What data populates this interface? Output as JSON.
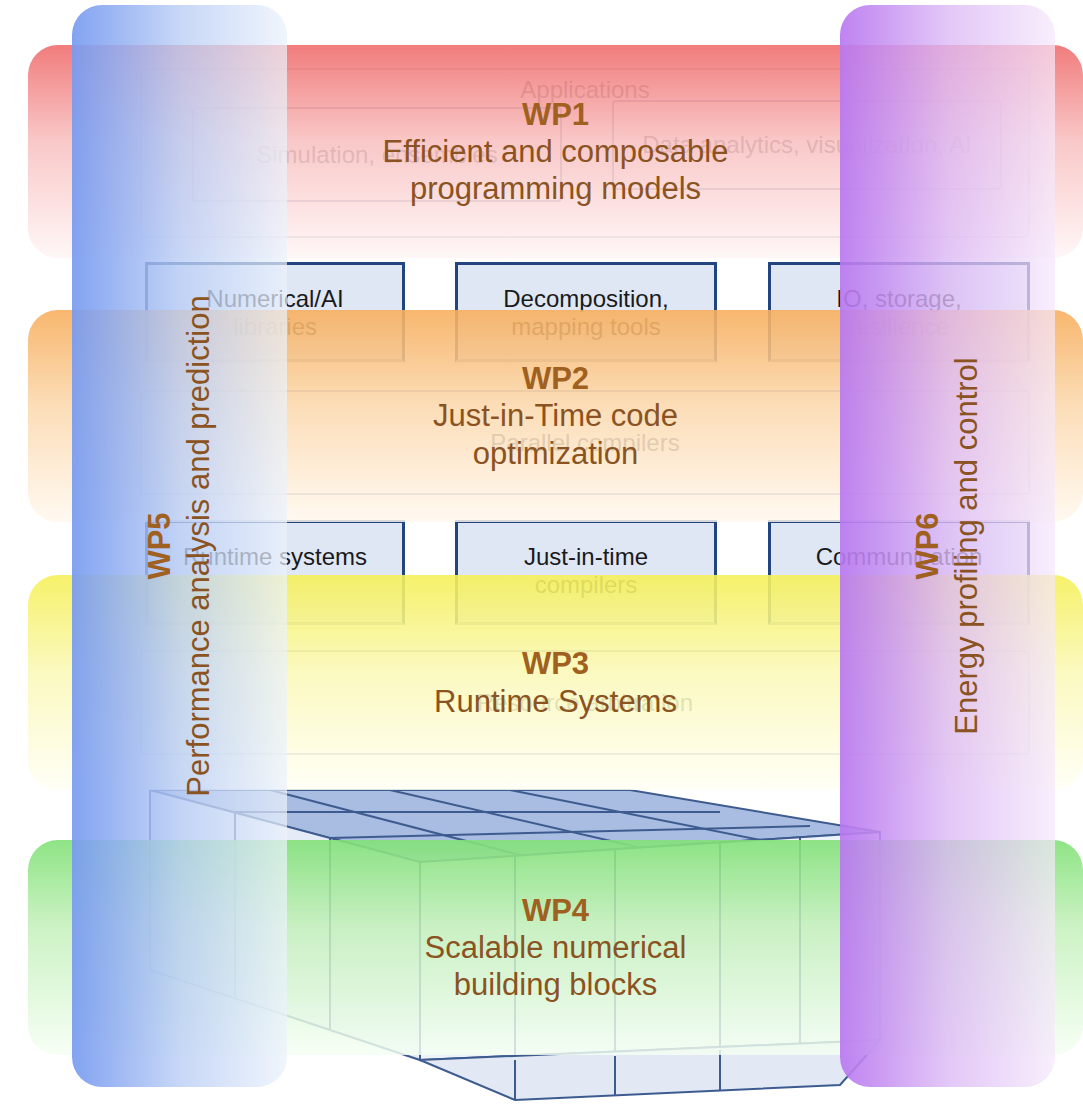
{
  "diagram": {
    "nodes": [
      {
        "text": [
          "Applications"
        ]
      },
      {
        "text": [
          "Simulation, ensembles"
        ],
        "in": 0
      },
      {
        "text": [
          "Data analytics, visualization, AI"
        ],
        "in": 0
      },
      {
        "text": [
          "Numerical/AI libraries"
        ]
      },
      {
        "text": [
          "Decomposition, mapping tools"
        ]
      },
      {
        "text": [
          "IO, storage, resilience"
        ]
      },
      {
        "text": [
          "Parallel compilers"
        ]
      },
      {
        "text": [
          "Runtime systems"
        ]
      },
      {
        "text": [
          "Just-in-time compilers"
        ]
      },
      {
        "text": [
          "Communication"
        ]
      },
      {
        "text": [
          "Resource arbitration"
        ]
      },
      {
        "text": [
          "WP1",
          "Efficient and composable programming models"
        ]
      },
      {
        "text": [
          "WP2",
          "Just-in-Time code optimization"
        ]
      },
      {
        "text": [
          "WP3",
          "Runtime Systems"
        ]
      },
      {
        "text": [
          "WP4",
          "Scalable numerical building blocks"
        ]
      },
      {
        "text": [
          "WP5",
          "Performance analysis and prediction"
        ]
      },
      {
        "text": [
          "WP6",
          "Energy profiling and control"
        ]
      }
    ]
  }
}
